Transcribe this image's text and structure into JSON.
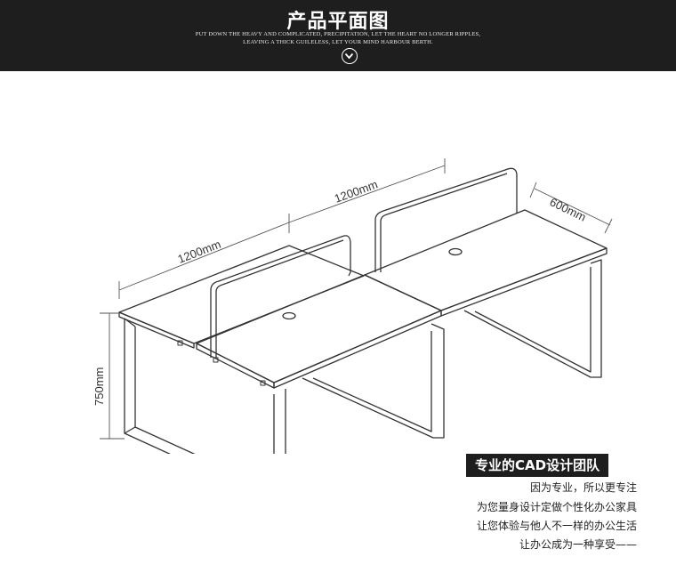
{
  "header": {
    "title": "产品平面图",
    "subtitle_line1": "PUT DOWN THE HEAVY AND COMPLICATED, PRECIPITATION, LET THE HEART NO LONGER RIPPLES,",
    "subtitle_line2": "LEAVING A THICK GUILELESS, LET YOUR MIND HARBOUR BERTH.",
    "arrow_icon": "chevron-down-circle-icon"
  },
  "diagram": {
    "dim_width_left": "1200mm",
    "dim_width_right": "1200mm",
    "dim_depth": "600mm",
    "dim_height": "750mm"
  },
  "feature": {
    "banner": "专业的CAD设计团队",
    "lines": [
      "因为专业，所以更专注",
      "为您量身设计定做个性化办公家具",
      "让您体验与他人不一样的办公生活",
      "让办公成为一种享受——"
    ]
  },
  "colors": {
    "header_bg": "#1e1e1e",
    "line": "#333333"
  }
}
